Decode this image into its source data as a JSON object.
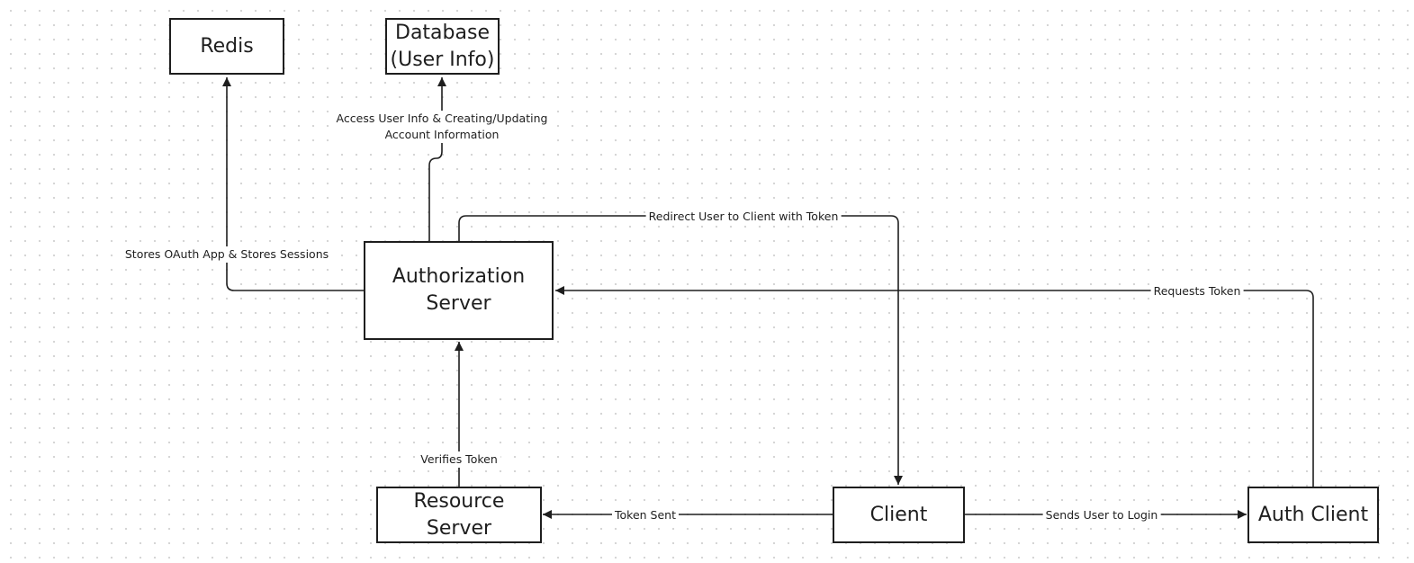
{
  "diagram": {
    "nodes": {
      "redis": "Redis",
      "database": "Database\n(User Info)",
      "auth_server": "Authorization\nServer",
      "resource_server": "Resource Server",
      "client": "Client",
      "auth_client": "Auth Client"
    },
    "edges": {
      "stores_sessions": "Stores OAuth App & Stores Sessions",
      "access_user_info": "Access User Info & Creating/Updating\nAccount Information",
      "redirect_user": "Redirect User to Client with Token",
      "requests_token": "Requests Token",
      "verifies_token": "Verifies Token",
      "token_sent": "Token Sent",
      "sends_user_to_login": "Sends User to Login"
    }
  }
}
